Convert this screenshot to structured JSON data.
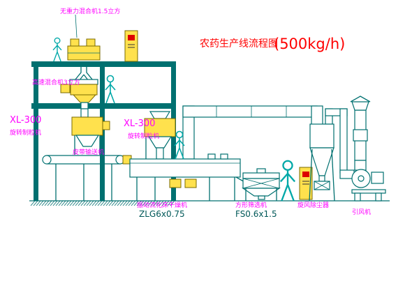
{
  "title": {
    "text": "农药生产线流程图",
    "capacity": "(500kg/h)"
  },
  "labels": {
    "top_mixer": "无重力混合机1.5立方",
    "high_speed_mixer": "高速混合机3立方",
    "granulator_left_model": "XL-300",
    "granulator_left": "旋转制粒机",
    "granulator_right_model": "XL-300",
    "granulator_right": "旋转制粒机",
    "belt_conveyor": "皮带输送机",
    "fluid_bed_dryer": "振动流化床干燥机",
    "fluid_bed_dryer_model": "ZLG6x0.75",
    "square_sieve": "方形筛选机",
    "square_sieve_model": "FS0.6x1.5",
    "cyclone": "旋风除尘器",
    "induced_draft_fan": "引风机"
  },
  "colors": {
    "line": "#007070",
    "label": "#ff00ff",
    "title": "#ff0000",
    "equipment_yellow": "#ffe14d",
    "equipment_stroke": "#7a6a00",
    "person": "#00a8a8",
    "red_mark": "#dd0000",
    "model_text": "#005858"
  }
}
